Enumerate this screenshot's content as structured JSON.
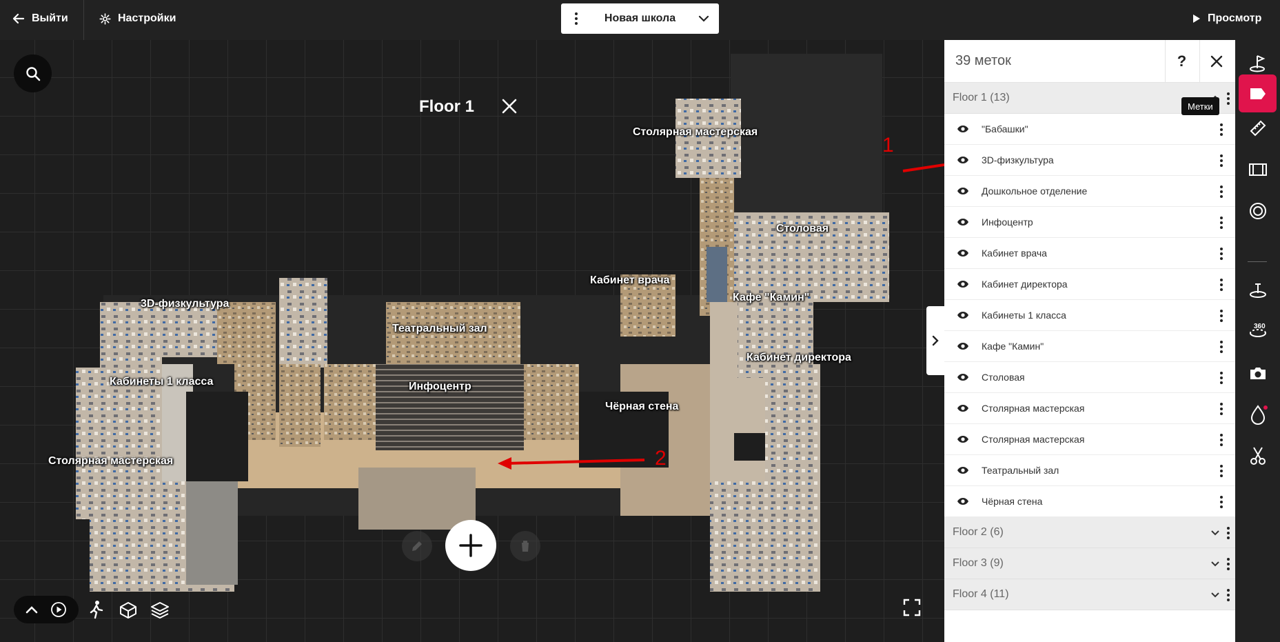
{
  "topbar": {
    "exit_label": "Выйти",
    "settings_label": "Настройки",
    "model_title": "Новая школа",
    "preview_label": "Просмотр"
  },
  "map": {
    "floor_title": "Floor 1",
    "room_labels": [
      "Столярная мастерская",
      "Столовая",
      "Кабинет врача",
      "Кафе \"Камин\"",
      "3D-физкультура",
      "Театральный зал",
      "Кабинет директора",
      "Кабинеты 1 класса",
      "Инфоцентр",
      "Чёрная стена",
      "Столярная мастерская"
    ],
    "annotation_1": "1",
    "annotation_2": "2"
  },
  "panel": {
    "title": "39 меток",
    "help_label": "?",
    "groups": [
      {
        "label": "Floor 1",
        "count": "(13)",
        "expanded": true,
        "tags": [
          "\"Бабашки\"",
          "3D-физкультура",
          "Дошкольное отделение",
          "Инфоцентр",
          "Кабинет врача",
          "Кабинет директора",
          "Кабинеты 1 класса",
          "Кафе \"Камин\"",
          "Столовая",
          "Столярная мастерская",
          "Столярная мастерская",
          "Театральный зал",
          "Чёрная стена"
        ]
      },
      {
        "label": "Floor 2",
        "count": "(6)",
        "expanded": false
      },
      {
        "label": "Floor 3",
        "count": "(9)",
        "expanded": false
      },
      {
        "label": "Floor 4",
        "count": "(11)",
        "expanded": false
      }
    ]
  },
  "toolbar": {
    "tooltip": "Метки",
    "tools": [
      "start-location-icon",
      "tag-icon",
      "ruler-icon",
      "film-icon",
      "target-icon",
      "floor-view-icon",
      "view-360-icon",
      "camera-icon",
      "drop-icon",
      "scissors-icon"
    ],
    "tool_360_badge": "360"
  },
  "colors": {
    "accent": "#e0144c",
    "annotation": "#e00000",
    "topbar": "#222222"
  }
}
